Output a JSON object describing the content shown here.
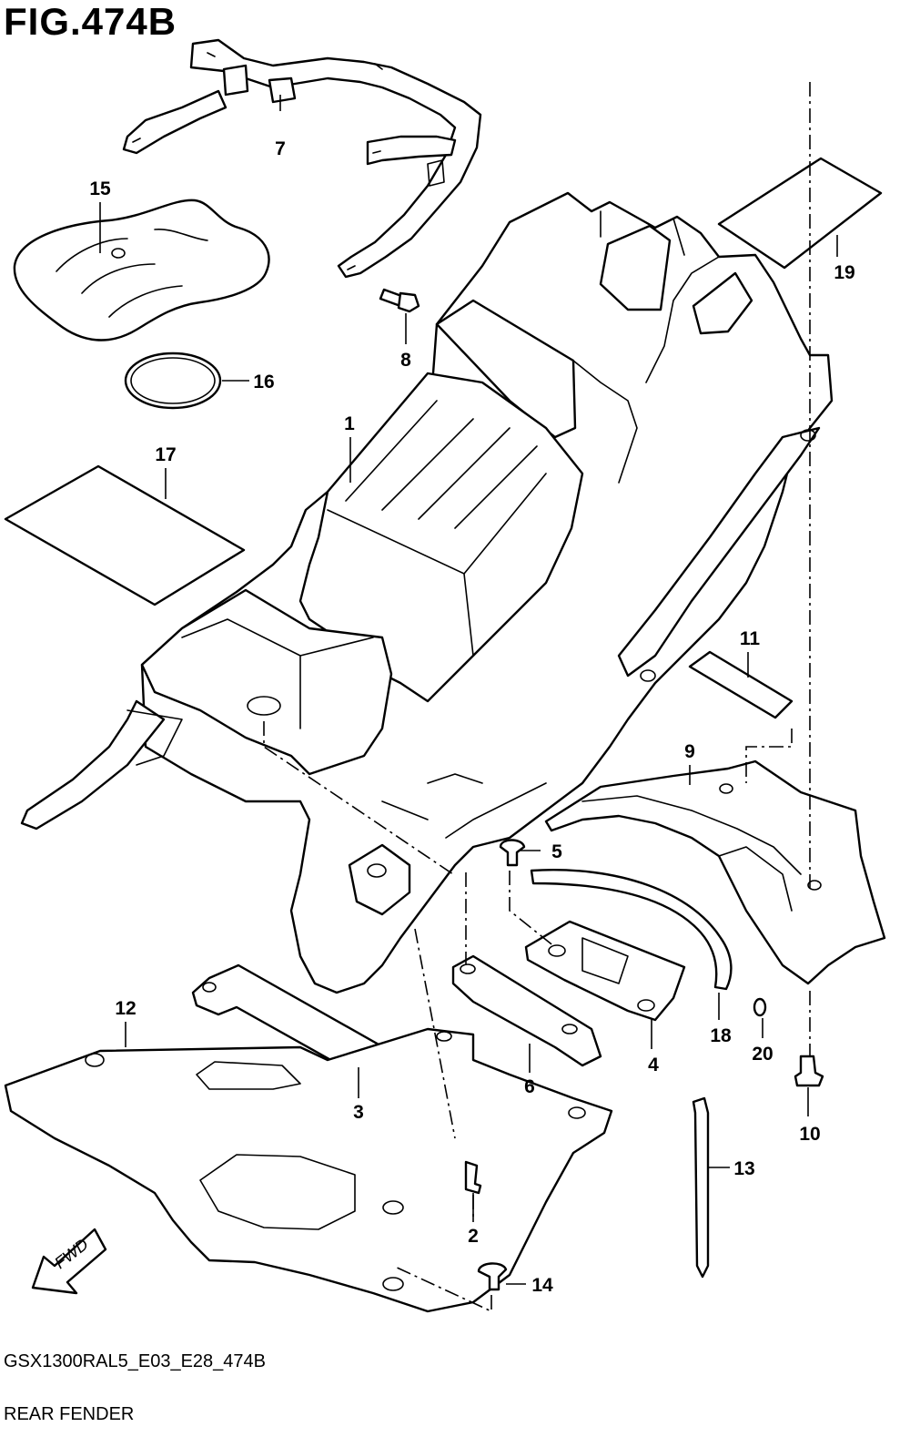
{
  "figure": {
    "title": "FIG.474B",
    "code": "GSX1300RAL5_E03_E28_474B",
    "name": "REAR FENDER"
  },
  "callouts": [
    "1",
    "2",
    "3",
    "4",
    "5",
    "6",
    "7",
    "8",
    "9",
    "10",
    "11",
    "12",
    "13",
    "14",
    "15",
    "16",
    "17",
    "18",
    "19",
    "20"
  ],
  "direction_marker": "FWD"
}
